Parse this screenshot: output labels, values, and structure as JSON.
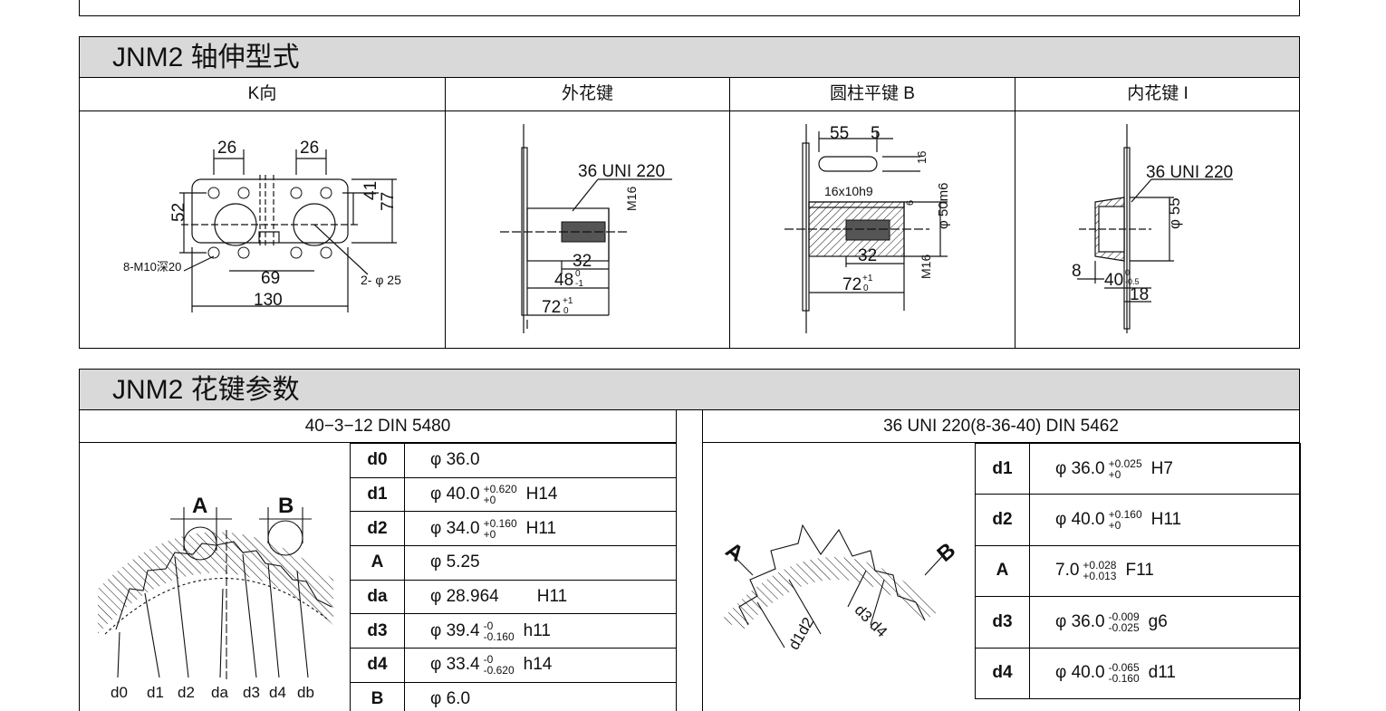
{
  "section1": {
    "title": "JNM2 轴伸型式",
    "columns": [
      {
        "label": "K向"
      },
      {
        "label": "外花键"
      },
      {
        "label": "圆柱平键 B"
      },
      {
        "label": "内花键 I"
      }
    ],
    "k_view": {
      "dim_26a": "26",
      "dim_26b": "26",
      "dim_52": "52",
      "dim_41": "41",
      "dim_77": "77",
      "dim_69": "69",
      "dim_130": "130",
      "bolt_note": "8-M10深20",
      "hole_note": "2- φ 25"
    },
    "ext_spline": {
      "spline": "36 UNI 220",
      "thread": "M16",
      "dim_32": "32",
      "dim_48": "48",
      "dim_48_tol_up": "0",
      "dim_48_tol_lo": "-1",
      "dim_72": "72",
      "dim_72_tol_up": "+1",
      "dim_72_tol_lo": "0"
    },
    "flat_key": {
      "dim_55": "55",
      "dim_5": "5",
      "dim_16": "16",
      "key": "16x10h9",
      "dim_6": "6",
      "shaft": "φ 50m6",
      "thread": "M16",
      "dim_32": "32",
      "dim_72": "72",
      "dim_72_tol_up": "+1",
      "dim_72_tol_lo": "0"
    },
    "int_spline": {
      "spline": "36 UNI 220",
      "bore": "φ 55",
      "dim_8": "8",
      "dim_40": "40",
      "dim_40_tol_up": "0",
      "dim_40_tol_lo": "-0.5",
      "dim_18": "18"
    }
  },
  "section2": {
    "title": "JNM2 花键参数",
    "left": {
      "title": "40−3−12 DIN 5480",
      "label_a": "A",
      "label_b": "B",
      "diam_labels": [
        "d0",
        "d1",
        "d2",
        "da",
        "d3",
        "d4",
        "db"
      ],
      "rows": [
        {
          "sym": "d0",
          "val": "φ 36.0",
          "up": "",
          "lo": "",
          "fit": ""
        },
        {
          "sym": "d1",
          "val": "φ 40.0",
          "up": "+0.620",
          "lo": "+0",
          "fit": "H14"
        },
        {
          "sym": "d2",
          "val": "φ 34.0",
          "up": "+0.160",
          "lo": "+0",
          "fit": "H11"
        },
        {
          "sym": "A",
          "val": "φ 5.25",
          "up": "",
          "lo": "",
          "fit": ""
        },
        {
          "sym": "da",
          "val": "φ 28.964",
          "up": "",
          "lo": "",
          "fit": "H11"
        },
        {
          "sym": "d3",
          "val": "φ 39.4",
          "up": "-0",
          "lo": "-0.160",
          "fit": "h11"
        },
        {
          "sym": "d4",
          "val": "φ 33.4",
          "up": "-0",
          "lo": "-0.620",
          "fit": "h14"
        },
        {
          "sym": "B",
          "val": "φ 6.0",
          "up": "",
          "lo": "",
          "fit": ""
        }
      ]
    },
    "right": {
      "title": "36 UNI 220(8-36-40) DIN 5462",
      "label_a": "A",
      "label_b": "B",
      "label_d1d2": "d1d2",
      "label_d3d4": "d3 d4",
      "rows": [
        {
          "sym": "d1",
          "val": "φ 36.0",
          "up": "+0.025",
          "lo": "+0",
          "fit": "H7"
        },
        {
          "sym": "d2",
          "val": "φ 40.0",
          "up": "+0.160",
          "lo": "+0",
          "fit": "H11"
        },
        {
          "sym": "A",
          "val": "7.0",
          "up": "+0.028",
          "lo": "+0.013",
          "fit": "F11"
        },
        {
          "sym": "d3",
          "val": "φ 36.0",
          "up": "-0.009",
          "lo": "-0.025",
          "fit": "g6"
        },
        {
          "sym": "d4",
          "val": "φ 40.0",
          "up": "-0.065",
          "lo": "-0.160",
          "fit": "d11"
        }
      ]
    }
  }
}
